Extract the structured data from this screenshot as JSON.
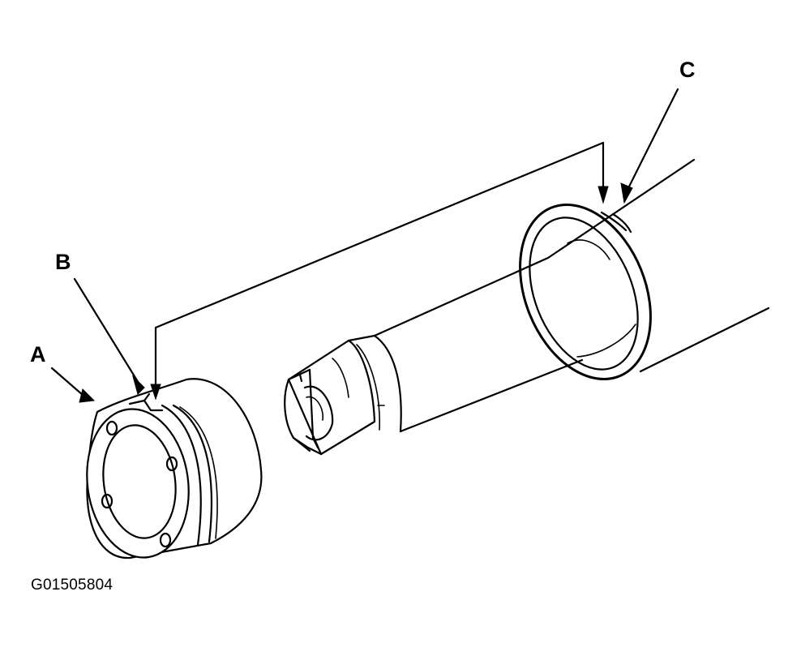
{
  "callouts": {
    "a": "A",
    "b": "B",
    "c": "C"
  },
  "figure_code": "G01505804"
}
